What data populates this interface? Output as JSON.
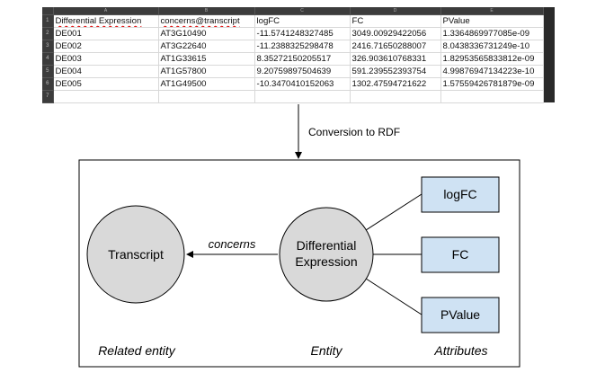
{
  "spreadsheet": {
    "column_letters": [
      "A",
      "B",
      "C",
      "D",
      "E"
    ],
    "row_numbers": [
      "1",
      "2",
      "3",
      "4",
      "5",
      "6",
      "7"
    ],
    "headers": [
      "Differential Expression",
      "concerns@transcript",
      "logFC",
      "FC",
      "PValue"
    ],
    "rows": [
      [
        "DE001",
        "AT3G10490",
        "-11.5741248327485",
        "3049.00929422056",
        "1.3364869977085e-09"
      ],
      [
        "DE002",
        "AT3G22640",
        "-11.2388325298478",
        "2416.71650288007",
        "8.0438336731249e-10"
      ],
      [
        "DE003",
        "AT1G33615",
        "8.35272150205517",
        "326.903610768331",
        "1.82953565833812e-09"
      ],
      [
        "DE004",
        "AT1G57800",
        "9.20759897504639",
        "591.239552393754",
        "4.99876947134223e-10"
      ],
      [
        "DE005",
        "AT1G49500",
        "-10.3470410152063",
        "1302.47594721622",
        "1.57559426781879e-09"
      ]
    ]
  },
  "conversion_label": "Conversion to RDF",
  "diagram": {
    "transcript_label": "Transcript",
    "entity_label_line1": "Differential",
    "entity_label_line2": "Expression",
    "edge_label": "concerns",
    "attributes": [
      "logFC",
      "FC",
      "PValue"
    ],
    "caption_related": "Related entity",
    "caption_entity": "Entity",
    "caption_attributes": "Attributes",
    "circle_fill": "#d9d9d9",
    "attribute_fill": "#cfe2f3"
  }
}
